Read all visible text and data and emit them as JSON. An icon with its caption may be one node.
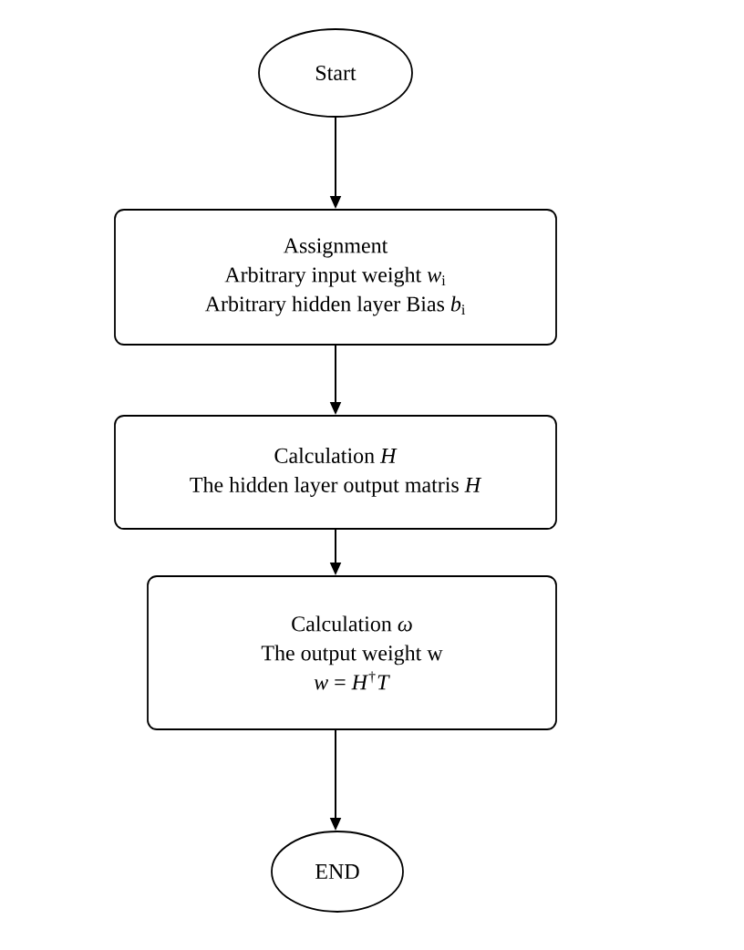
{
  "diagram": {
    "nodes": [
      {
        "text": [
          "Start"
        ]
      },
      {
        "text": [
          "Assignment",
          "Arbitrary input weight *w*$_{i}$",
          "Arbitrary hidden layer Bias *b*$_{i}$"
        ]
      },
      {
        "text": [
          "Calculation *H*",
          "The hidden layer output matris *H*"
        ]
      },
      {
        "text": [
          "Calculation *ω*",
          "The output weight w",
          "*w* = *H*$^{†}$*T*"
        ]
      },
      {
        "text": [
          "END"
        ]
      }
    ],
    "edges": [
      {
        "from": 0,
        "to": 1,
        "arrow": "to"
      },
      {
        "from": 1,
        "to": 2,
        "arrow": "to"
      },
      {
        "from": 2,
        "to": 3,
        "arrow": "to"
      },
      {
        "from": 3,
        "to": 4,
        "arrow": "to"
      }
    ]
  }
}
